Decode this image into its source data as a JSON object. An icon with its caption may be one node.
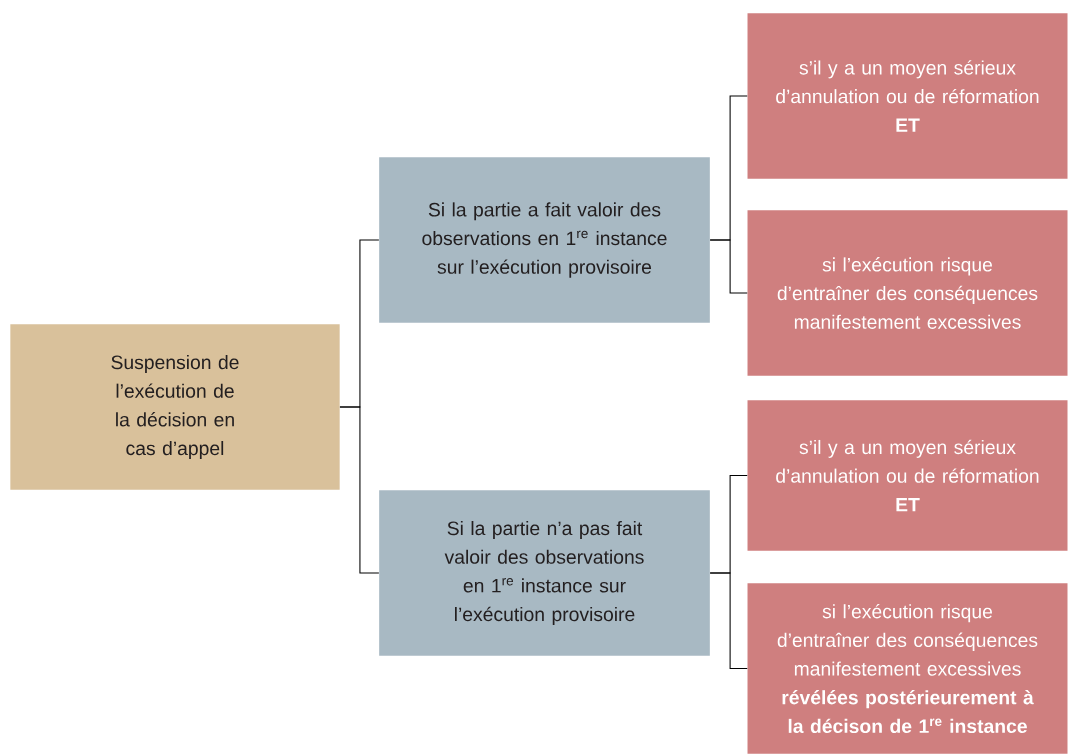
{
  "diagram": {
    "nodes": [
      {
        "text": [
          "Suspension de l’exécution de la décision en cas d’appel"
        ]
      },
      {
        "text": [
          "Si la partie a fait valoir des observations en 1$^{re}$ instance sur l’exécution provisoire"
        ]
      },
      {
        "text": [
          "s’il y a un moyen sérieux d’annulation ou de réformation",
          "ET"
        ]
      },
      {
        "text": [
          "si l’exécution risque d’entraîner des conséquences manifestement excessives"
        ]
      },
      {
        "text": [
          "Si la partie n’a pas fait valoir des observations en 1$^{re}$ instance sur l’exécution provisoire"
        ]
      },
      {
        "text": [
          "s’il y a un moyen sérieux d’annulation ou de réformation",
          "ET"
        ]
      },
      {
        "text": [
          "si l’exécution risque d’entraîner des conséquences manifestement excessives **révélées postérieurement à la décison de 1$^{re}$ instance**"
        ]
      }
    ],
    "edges": [
      {
        "from": 0,
        "to": 1,
        "arrow": "none"
      },
      {
        "from": 0,
        "to": 4,
        "arrow": "none"
      },
      {
        "from": 1,
        "to": 2,
        "arrow": "none"
      },
      {
        "from": 1,
        "to": 3,
        "arrow": "none"
      },
      {
        "from": 4,
        "to": 5,
        "arrow": "none"
      },
      {
        "from": 4,
        "to": 6,
        "arrow": "none"
      }
    ]
  }
}
